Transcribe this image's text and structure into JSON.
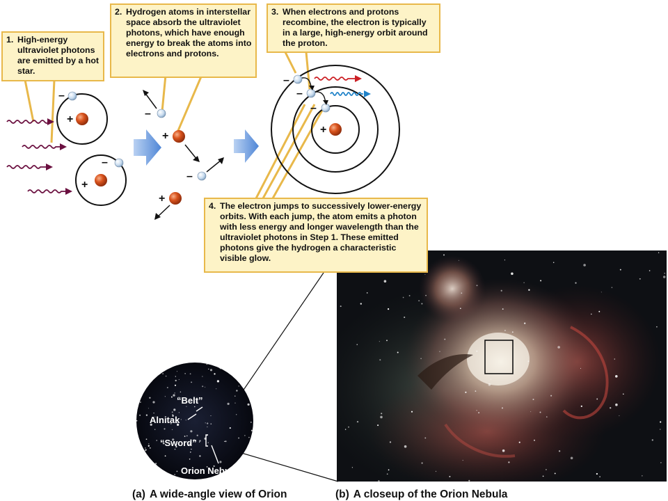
{
  "steps": [
    {
      "number": "1.",
      "text": "High-energy ultraviolet photons are emitted by a hot star."
    },
    {
      "number": "2.",
      "text": "Hydrogen atoms in interstellar space absorb the ultraviolet photons, which have enough energy to break the atoms into electrons and protons."
    },
    {
      "number": "3.",
      "text": "When electrons and protons recombine, the electron is typically in a large, high-energy orbit around the proton."
    },
    {
      "number": "4.",
      "text": "The electron jumps to successively lower-energy orbits. With each jump, the atom emits a photon with less energy and longer wavelength than the ultraviolet photons in Step 1. These emitted photons give the hydrogen a characteristic visible glow."
    }
  ],
  "charges": {
    "positive": "+",
    "negative": "–"
  },
  "sky_labels": {
    "belt": "“Belt”",
    "alnitak": "Alnitak",
    "sword": "“Sword”",
    "orion_nebula": "Orion Nebula"
  },
  "captions": [
    {
      "label": "(a)",
      "text": "A wide-angle view of Orion"
    },
    {
      "label": "(b)",
      "text": "A closeup of the Orion Nebula"
    }
  ],
  "colors": {
    "callout_fill": "#fdf3c7",
    "callout_border": "#e8b84a",
    "uv_photon": "#6b1040",
    "red_photon": "#cc1f24",
    "blue_photon": "#1f82c8",
    "proton": "#d24a1c",
    "electron": "#c9dcef",
    "process_arrow": "#5b8fd6"
  }
}
